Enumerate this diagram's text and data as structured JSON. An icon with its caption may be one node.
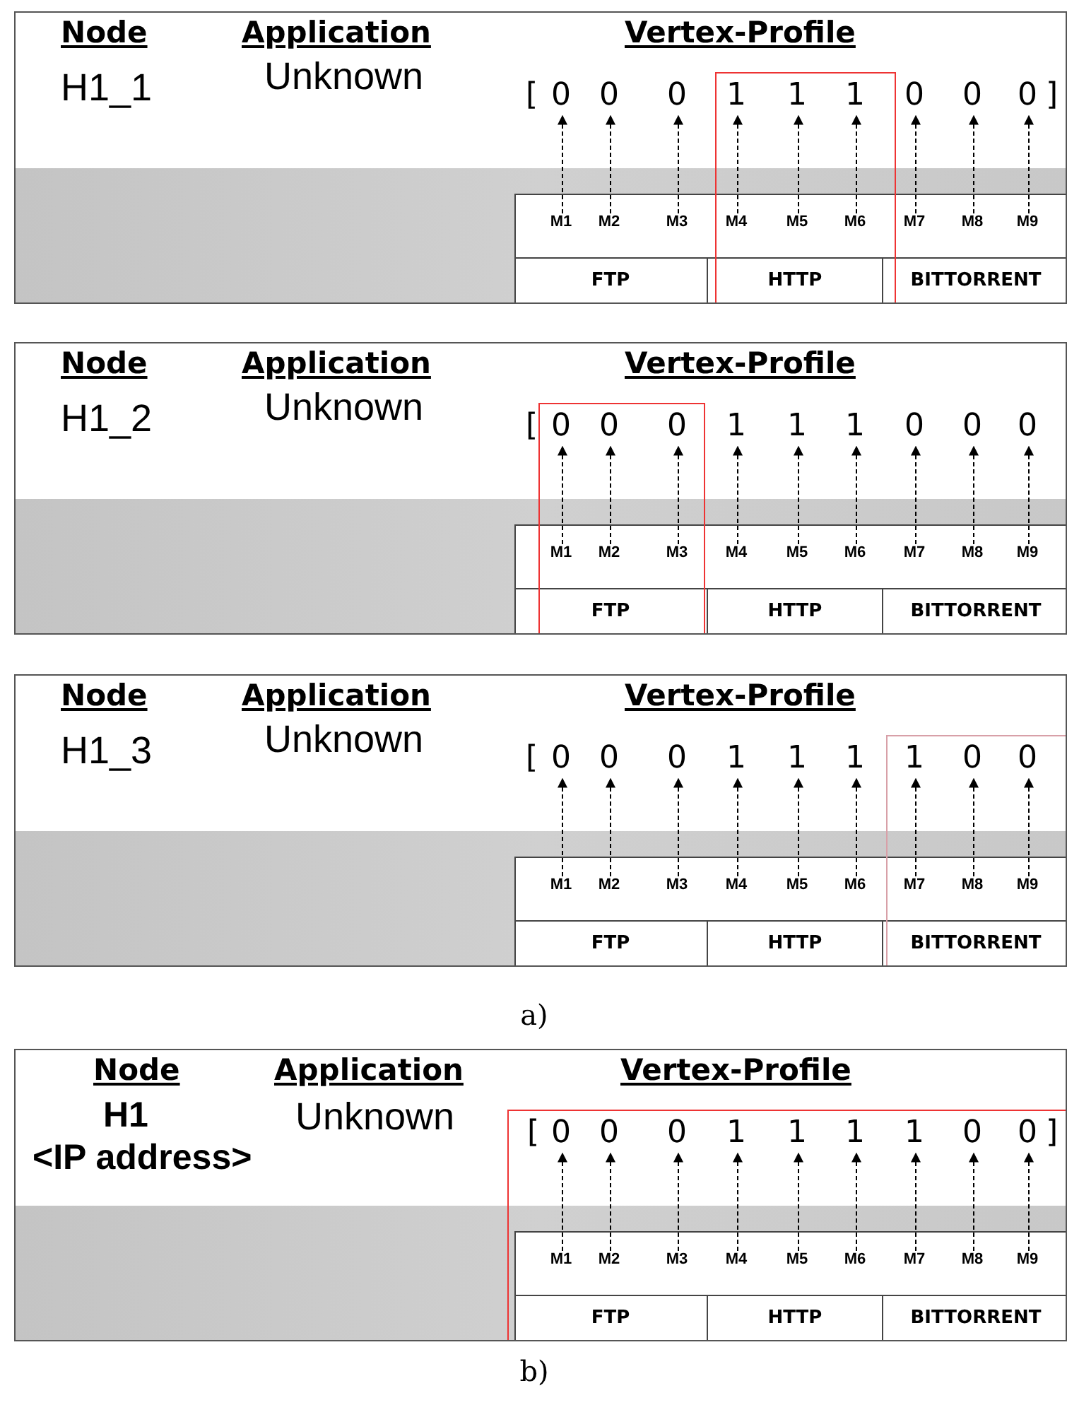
{
  "diagram": {
    "nodes": [
      {
        "text": [
          "0"
        ]
      },
      {
        "text": [
          "0"
        ]
      },
      {
        "text": [
          "0"
        ]
      },
      {
        "text": [
          "1"
        ]
      },
      {
        "text": [
          "1"
        ]
      },
      {
        "text": [
          "1"
        ]
      },
      {
        "text": [
          "0"
        ]
      },
      {
        "text": [
          "0"
        ]
      },
      {
        "text": [
          "0"
        ]
      },
      {
        "text": [
          "M1"
        ]
      },
      {
        "text": [
          "M2"
        ]
      },
      {
        "text": [
          "M3"
        ]
      },
      {
        "text": [
          "M4"
        ]
      },
      {
        "text": [
          "M5"
        ]
      },
      {
        "text": [
          "M6"
        ]
      },
      {
        "text": [
          "M7"
        ]
      },
      {
        "text": [
          "M8"
        ]
      },
      {
        "text": [
          "M9"
        ]
      },
      {
        "text": [
          "0"
        ]
      },
      {
        "text": [
          "0"
        ]
      },
      {
        "text": [
          "0"
        ]
      },
      {
        "text": [
          "1"
        ]
      },
      {
        "text": [
          "1"
        ]
      },
      {
        "text": [
          "1"
        ]
      },
      {
        "text": [
          "0"
        ]
      },
      {
        "text": [
          "0"
        ]
      },
      {
        "text": [
          "0"
        ]
      },
      {
        "text": [
          "M1"
        ]
      },
      {
        "text": [
          "M2"
        ]
      },
      {
        "text": [
          "M3"
        ]
      },
      {
        "text": [
          "M4"
        ]
      },
      {
        "text": [
          "M5"
        ]
      },
      {
        "text": [
          "M6"
        ]
      },
      {
        "text": [
          "M7"
        ]
      },
      {
        "text": [
          "M8"
        ]
      },
      {
        "text": [
          "M9"
        ]
      },
      {
        "text": [
          "0"
        ]
      },
      {
        "text": [
          "0"
        ]
      },
      {
        "text": [
          "0"
        ]
      },
      {
        "text": [
          "1"
        ]
      },
      {
        "text": [
          "1"
        ]
      },
      {
        "text": [
          "1"
        ]
      },
      {
        "text": [
          "1"
        ]
      },
      {
        "text": [
          "0"
        ]
      },
      {
        "text": [
          "0"
        ]
      },
      {
        "text": [
          "M1"
        ]
      },
      {
        "text": [
          "M2"
        ]
      },
      {
        "text": [
          "M3"
        ]
      },
      {
        "text": [
          "M4"
        ]
      },
      {
        "text": [
          "M5"
        ]
      },
      {
        "text": [
          "M6"
        ]
      },
      {
        "text": [
          "M7"
        ]
      },
      {
        "text": [
          "M8"
        ]
      },
      {
        "text": [
          "M9"
        ]
      },
      {
        "text": [
          "0"
        ]
      },
      {
        "text": [
          "0"
        ]
      },
      {
        "text": [
          "0"
        ]
      },
      {
        "text": [
          "1"
        ]
      },
      {
        "text": [
          "1"
        ]
      },
      {
        "text": [
          "1"
        ]
      },
      {
        "text": [
          "1"
        ]
      },
      {
        "text": [
          "0"
        ]
      },
      {
        "text": [
          "0"
        ]
      },
      {
        "text": [
          "M1"
        ]
      },
      {
        "text": [
          "M2"
        ]
      },
      {
        "text": [
          "M3"
        ]
      },
      {
        "text": [
          "M4"
        ]
      },
      {
        "text": [
          "M5"
        ]
      },
      {
        "text": [
          "M6"
        ]
      },
      {
        "text": [
          "M7"
        ]
      },
      {
        "text": [
          "M8"
        ]
      },
      {
        "text": [
          "M9"
        ]
      }
    ],
    "edges": [
      {
        "from": 9,
        "to": 0,
        "arrow": "to",
        "style": "dashed"
      },
      {
        "from": 10,
        "to": 1,
        "arrow": "to",
        "style": "dashed"
      },
      {
        "from": 11,
        "to": 2,
        "arrow": "to",
        "style": "dashed"
      },
      {
        "from": 12,
        "to": 3,
        "arrow": "to",
        "style": "dashed"
      },
      {
        "from": 13,
        "to": 4,
        "arrow": "to",
        "style": "dashed"
      },
      {
        "from": 14,
        "to": 5,
        "arrow": "to",
        "style": "dashed"
      },
      {
        "from": 15,
        "to": 6,
        "arrow": "to",
        "style": "dashed"
      },
      {
        "from": 16,
        "to": 7,
        "arrow": "to",
        "style": "dashed"
      },
      {
        "from": 17,
        "to": 8,
        "arrow": "to",
        "style": "dashed"
      },
      {
        "from": 27,
        "to": 18,
        "arrow": "to",
        "style": "dashed"
      },
      {
        "from": 28,
        "to": 19,
        "arrow": "to",
        "style": "dashed"
      },
      {
        "from": 29,
        "to": 20,
        "arrow": "to",
        "style": "dashed"
      },
      {
        "from": 30,
        "to": 21,
        "arrow": "to",
        "style": "dashed"
      },
      {
        "from": 31,
        "to": 22,
        "arrow": "to",
        "style": "dashed"
      },
      {
        "from": 32,
        "to": 23,
        "arrow": "to",
        "style": "dashed"
      },
      {
        "from": 33,
        "to": 24,
        "arrow": "to",
        "style": "dashed"
      },
      {
        "from": 34,
        "to": 25,
        "arrow": "to",
        "style": "dashed"
      },
      {
        "from": 35,
        "to": 26,
        "arrow": "to",
        "style": "dashed"
      },
      {
        "from": 45,
        "to": 36,
        "arrow": "to",
        "style": "dashed"
      },
      {
        "from": 46,
        "to": 37,
        "arrow": "to",
        "style": "dashed"
      },
      {
        "from": 47,
        "to": 38,
        "arrow": "to",
        "style": "dashed"
      },
      {
        "from": 48,
        "to": 39,
        "arrow": "to",
        "style": "dashed"
      },
      {
        "from": 49,
        "to": 40,
        "arrow": "to",
        "style": "dashed"
      },
      {
        "from": 50,
        "to": 41,
        "arrow": "to",
        "style": "dashed"
      },
      {
        "from": 51,
        "to": 42,
        "arrow": "to",
        "style": "dashed"
      },
      {
        "from": 52,
        "to": 43,
        "arrow": "to",
        "style": "dashed"
      },
      {
        "from": 53,
        "to": 44,
        "arrow": "to",
        "style": "dashed"
      },
      {
        "from": 63,
        "to": 54,
        "arrow": "to",
        "style": "dashed"
      },
      {
        "from": 64,
        "to": 55,
        "arrow": "to",
        "style": "dashed"
      },
      {
        "from": 65,
        "to": 56,
        "arrow": "to",
        "style": "dashed"
      },
      {
        "from": 66,
        "to": 57,
        "arrow": "to",
        "style": "dashed"
      },
      {
        "from": 67,
        "to": 58,
        "arrow": "to",
        "style": "dashed"
      },
      {
        "from": 68,
        "to": 59,
        "arrow": "to",
        "style": "dashed"
      },
      {
        "from": 69,
        "to": 60,
        "arrow": "to",
        "style": "dashed"
      },
      {
        "from": 70,
        "to": 61,
        "arrow": "to",
        "style": "dashed"
      },
      {
        "from": 71,
        "to": 62,
        "arrow": "to",
        "style": "dashed"
      }
    ],
    "labels": [
      "Node",
      "Application",
      "Vertex-Profile",
      "H1_1",
      "Unknown",
      "[",
      "]",
      "FTP",
      "HTTP",
      "BITTORRENT",
      "Node",
      "Application",
      "Vertex-Profile",
      "H1_2",
      "Unknown",
      "[",
      "FTP",
      "HTTP",
      "BITTORRENT",
      "Node",
      "Application",
      "Vertex-Profile",
      "H1_3",
      "Unknown",
      "[",
      "FTP",
      "HTTP",
      "BITTORRENT",
      "a)",
      "Node",
      "Application",
      "Vertex-Profile",
      "H1",
      "<IP address>",
      "Unknown",
      "[",
      "]",
      "FTP",
      "HTTP",
      "BITTORRENT",
      "b)"
    ]
  }
}
